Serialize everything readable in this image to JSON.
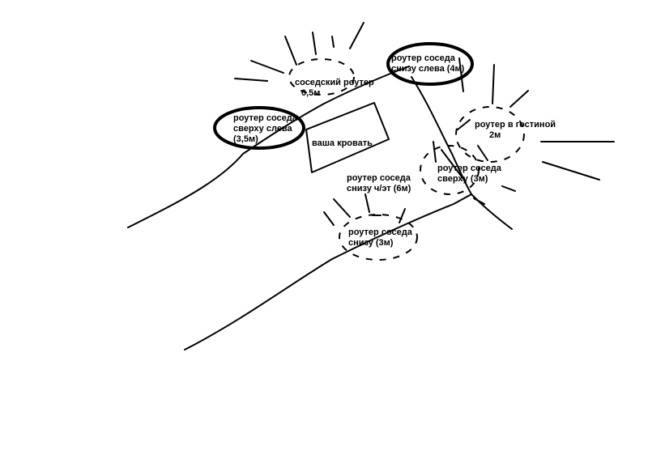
{
  "labels": {
    "neighbor_router": {
      "line1": "соседский роутер",
      "line2": "0,5м"
    },
    "upper_left": {
      "line1": "роутер соседа",
      "line2": "сверху слева",
      "line3": "(3,5м)"
    },
    "lower_left": {
      "line1": "роутер соседа",
      "line2": "снизу слева (4м)"
    },
    "living_room": {
      "line1": "роутер в гостиной",
      "line2": "2м"
    },
    "your_bed": {
      "line1": "ваша кровать"
    },
    "above": {
      "line1": "роутер соседа",
      "line2": "сверху (3м)"
    },
    "below_floor": {
      "line1": "роутер соседа",
      "line2": "снизу ч/эт (6м)"
    },
    "below": {
      "line1": "роутер соседа",
      "line2": "снизу (3м)"
    }
  },
  "colors": {
    "ink": "#000000",
    "background": "#ffffff"
  }
}
